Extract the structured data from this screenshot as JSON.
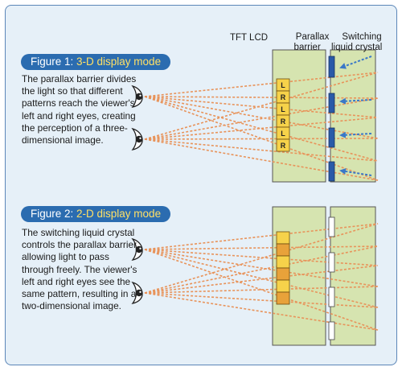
{
  "headers": {
    "tft_lcd": "TFT LCD",
    "parallax_barrier": "Parallax\nbarrier",
    "switching_lc": "Switching\nliquid crystal"
  },
  "figure1": {
    "title_prefix": "Figure 1: ",
    "title_highlight": "3-D display mode",
    "description": "The parallax barrier divides the light so that different patterns reach the viewer's left and right eyes, creating the perception of a three-dimensional image.",
    "lcd_cells": [
      "L",
      "R",
      "L",
      "R",
      "L",
      "R"
    ]
  },
  "figure2": {
    "title_prefix": "Figure 2: ",
    "title_highlight": "2-D display mode",
    "description": "The switching liquid crystal controls the parallax barrier, allowing light to pass through freely. The viewer's left and right eyes see the same pattern, resulting in a two-dimensional image."
  },
  "colors": {
    "frame_bg": "#e6f0f8",
    "frame_border": "#5b86b8",
    "title_bg": "#2b6cb0",
    "title_highlight": "#ffe066",
    "panel_fill": "#d6e4b0",
    "cell_yellow": "#f6d24a",
    "cell_orange": "#e8a23a",
    "barrier_blue": "#2a5aa8",
    "light_ray": "#e8935a",
    "blue_arrow": "#3a78c8"
  }
}
